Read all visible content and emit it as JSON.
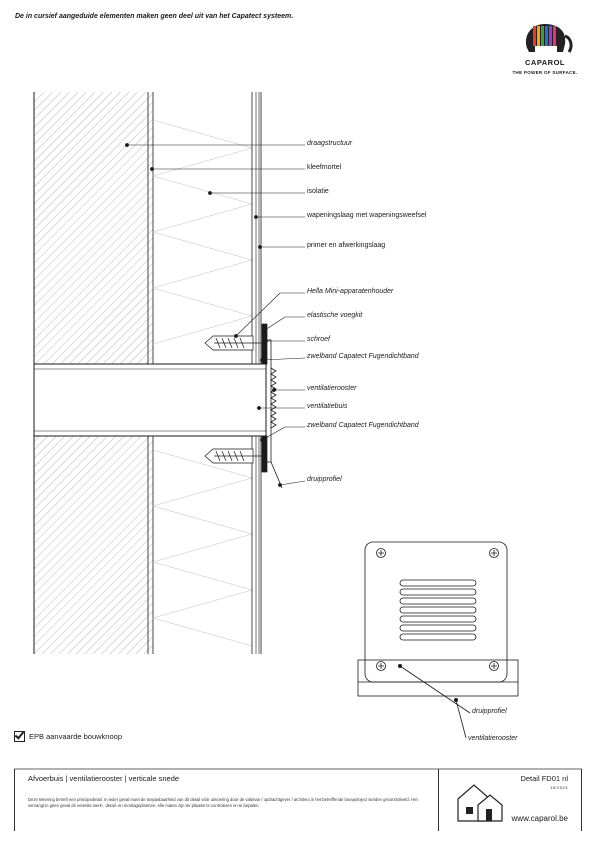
{
  "header": {
    "note": "De in cursief aangeduide elementen maken geen deel uit van het Capatect systeem.",
    "logo_name": "CAPAROL",
    "logo_slogan": "THE POWER OF SURFACE."
  },
  "labels": [
    {
      "text": "draagstructuur",
      "italic": true
    },
    {
      "text": "kleefmortel",
      "italic": false
    },
    {
      "text": "isolatie",
      "italic": false
    },
    {
      "text": "wapeningslaag met wapeningsweefsel",
      "italic": false
    },
    {
      "text": "primer en afwerkingslaag",
      "italic": false
    },
    {
      "text": "Hella Mini-apparatenhouder",
      "italic": true
    },
    {
      "text": "elastische voegkit",
      "italic": true
    },
    {
      "text": "schroef",
      "italic": true
    },
    {
      "text": "zwelband Capatect Fugendichtband",
      "italic": true
    },
    {
      "text": "ventilatierooster",
      "italic": true
    },
    {
      "text": "ventilatiebuis",
      "italic": true
    },
    {
      "text": "zwelband Capatect Fugendichtband",
      "italic": true
    },
    {
      "text": "druipprofiel",
      "italic": true
    }
  ],
  "detail_labels": [
    {
      "text": "druipprofiel",
      "italic": true
    },
    {
      "text": "ventilatierooster",
      "italic": true
    }
  ],
  "epb": "EPB aanvaarde bouwknoop",
  "footer": {
    "title": "Afvoerbuis | ventilatierooster | verticale snede",
    "description": "Deze tekening betreft een principedetail. In ieder geval moet de toepasbaarheid van dit detail vóór uitvoering door de vakman / opdrachtgever / architect in het betreffende bouwproject worden gecontroleerd. Het vervangt in geen geval de vereiste werk-, detail- en montageplannen. Alle maten zijn ter plaatse te controleren en te bepalen.",
    "code": "Detail FD01 nl",
    "date": "19/2023",
    "url": "www.caparol.be"
  },
  "colors": {
    "line": "#1a1a1a",
    "hatch": "#9a9a9a",
    "insulation": "#cfcfcf"
  }
}
